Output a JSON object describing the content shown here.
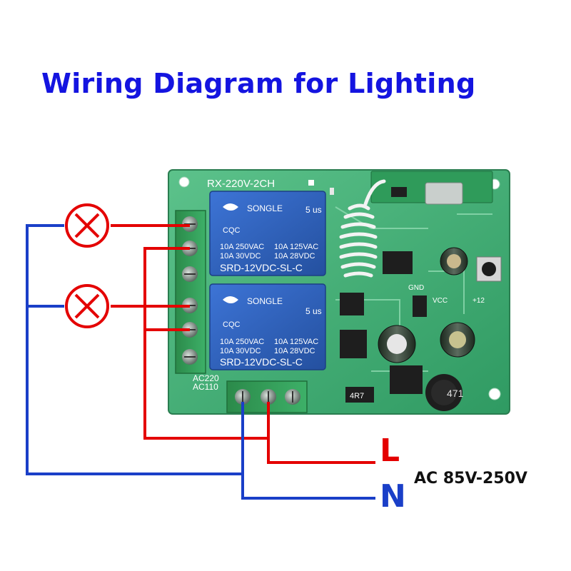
{
  "title": "Wiring Diagram for Lighting",
  "board": {
    "model": "RX-220V-2CH",
    "ac_marks": [
      "AC220",
      "AC110"
    ],
    "component_labels": [
      "GND",
      "VCC",
      "+12",
      "4R7",
      "471"
    ]
  },
  "relays": [
    {
      "brand": "SONGLE",
      "cert": "CQC",
      "rating_left": [
        "10A 250VAC",
        "10A 30VDC"
      ],
      "rating_right": [
        "10A 125VAC",
        "10A 28VDC"
      ],
      "model": "SRD-12VDC-SL-C",
      "ul_mark": "5 us"
    },
    {
      "brand": "SONGLE",
      "cert": "CQC",
      "rating_left": [
        "10A 250VAC",
        "10A 30VDC"
      ],
      "rating_right": [
        "10A 125VAC",
        "10A 28VDC"
      ],
      "model": "SRD-12VDC-SL-C",
      "ul_mark": "5 us"
    }
  ],
  "lamps": [
    {
      "symbol": "lamp"
    },
    {
      "symbol": "lamp"
    }
  ],
  "supply": {
    "live_label": "L",
    "neutral_label": "N",
    "voltage_label": "AC 85V-250V"
  },
  "colors": {
    "title": "#1414e0",
    "live_wire": "#e40000",
    "neutral_wire": "#1a3fc8",
    "pcb": "#3fae74",
    "relay": "#2e5fc2",
    "terminal_block": "#2f9a55"
  }
}
